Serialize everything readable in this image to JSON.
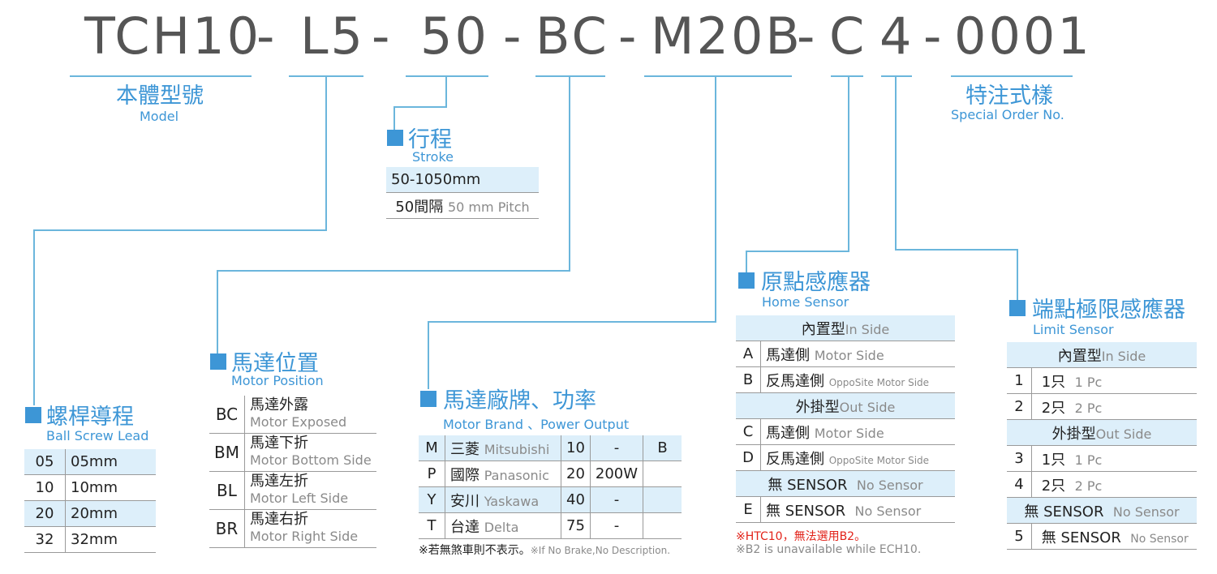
{
  "code": {
    "model": "TCH10",
    "d1": "-",
    "lead": "L5",
    "d2": "-",
    "stroke": "50",
    "d3": "-",
    "motor_pos": "BC",
    "d4": "-",
    "motor": "M20B",
    "d5": "-",
    "home": "C",
    "limit": "4",
    "d6": "-",
    "special": "0001"
  },
  "model": {
    "title": "本體型號",
    "sub": "Model"
  },
  "special": {
    "title": "特注式樣",
    "sub": "Special Order No."
  },
  "stroke": {
    "title": "行程",
    "sub": "Stroke",
    "row1": "50-1050mm",
    "row2_main": "50間隔",
    "row2_sub": "50 mm Pitch"
  },
  "lead": {
    "title": "螺桿導程",
    "sub": "Ball Screw Lead",
    "rows": [
      {
        "code": "05",
        "value": "05mm"
      },
      {
        "code": "10",
        "value": "10mm"
      },
      {
        "code": "20",
        "value": "20mm"
      },
      {
        "code": "32",
        "value": "32mm"
      }
    ]
  },
  "motor_position": {
    "title": "馬達位置",
    "sub": "Motor Position",
    "rows": [
      {
        "code": "BC",
        "zh": "馬達外露",
        "en": "Motor Exposed"
      },
      {
        "code": "BM",
        "zh": "馬達下折",
        "en": "Motor Bottom Side"
      },
      {
        "code": "BL",
        "zh": "馬達左折",
        "en": "Motor Left Side"
      },
      {
        "code": "BR",
        "zh": "馬達右折",
        "en": "Motor Right Side"
      }
    ]
  },
  "motor_brand": {
    "title": "馬達廠牌、功率",
    "sub": "Motor Brand 、Power Output",
    "rows": [
      {
        "code": "M",
        "zh": "三菱",
        "en": "Mitsubishi",
        "w": "10",
        "watt": "-",
        "b": "B"
      },
      {
        "code": "P",
        "zh": "國際",
        "en": "Panasonic",
        "w": "20",
        "watt": "200W",
        "b": ""
      },
      {
        "code": "Y",
        "zh": "安川",
        "en": "Yaskawa",
        "w": "40",
        "watt": "-",
        "b": ""
      },
      {
        "code": "T",
        "zh": "台達",
        "en": "Delta",
        "w": "75",
        "watt": "-",
        "b": ""
      }
    ],
    "note": "※若無煞車則不表示。",
    "note_en": "※If No Brake,No Description."
  },
  "home_sensor": {
    "title": "原點感應器",
    "sub": "Home Sensor",
    "in_zh": "內置型",
    "in_en": "In Side",
    "out_zh": "外掛型",
    "out_en": "Out Side",
    "none_zh": "無 SENSOR",
    "none_en": "No Sensor",
    "rows": [
      {
        "code": "A",
        "zh": "馬達側",
        "en": "Motor Side"
      },
      {
        "code": "B",
        "zh": "反馬達側",
        "en": "OppoSite Motor Side"
      },
      {
        "code": "C",
        "zh": "馬達側",
        "en": "Motor Side"
      },
      {
        "code": "D",
        "zh": "反馬達側",
        "en": "OppoSite Motor Side"
      },
      {
        "code": "E",
        "zh": "無 SENSOR",
        "en": "No Sensor"
      }
    ],
    "note_red": "※HTC10，無法選用B2。",
    "note_grey": "※B2 is unavailable while ECH10."
  },
  "limit_sensor": {
    "title": "端點極限感應器",
    "sub": "Limit Sensor",
    "in_zh": "內置型",
    "in_en": "In Side",
    "out_zh": "外掛型",
    "out_en": "Out Side",
    "none_zh": "無 SENSOR",
    "none_en": "No Sensor",
    "rows": [
      {
        "code": "1",
        "zh": "1只",
        "en": "1 Pc"
      },
      {
        "code": "2",
        "zh": "2只",
        "en": "2 Pc"
      },
      {
        "code": "3",
        "zh": "1只",
        "en": "1 Pc"
      },
      {
        "code": "4",
        "zh": "2只",
        "en": "2 Pc"
      },
      {
        "code": "5",
        "zh": "無 SENSOR",
        "en": "No Sensor"
      }
    ]
  },
  "colors": {
    "accent": "#3d96d6",
    "highlight": "#ddeffa",
    "note_red": "#e2231a"
  }
}
